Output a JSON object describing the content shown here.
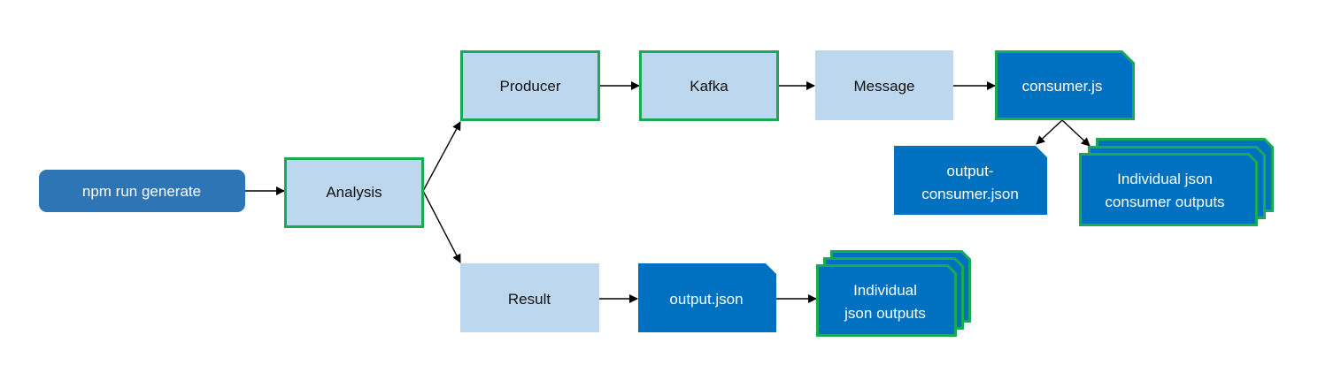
{
  "colors": {
    "light_fill": "#BDD7EE",
    "dark_fill": "#0070C0",
    "start_fill": "#2E75B6",
    "green_border": "#1AAA55",
    "arrow": "#000000"
  },
  "nodes": {
    "start": {
      "label": "npm run generate",
      "icon": "rounded-rect"
    },
    "analysis": {
      "label": "Analysis"
    },
    "producer": {
      "label": "Producer"
    },
    "kafka": {
      "label": "Kafka"
    },
    "message": {
      "label": "Message"
    },
    "consumer_js": {
      "label": "consumer.js",
      "icon": "document-icon"
    },
    "output_consumer_json": {
      "line1": "output-",
      "line2": "consumer.json",
      "icon": "document-icon"
    },
    "individual_consumer": {
      "line1": "Individual json",
      "line2": "consumer outputs",
      "icon": "multi-document-icon"
    },
    "result": {
      "label": "Result"
    },
    "output_json": {
      "label": "output.json",
      "icon": "document-icon"
    },
    "individual_outputs": {
      "line1": "Individual",
      "line2": "json outputs",
      "icon": "multi-document-icon"
    }
  }
}
